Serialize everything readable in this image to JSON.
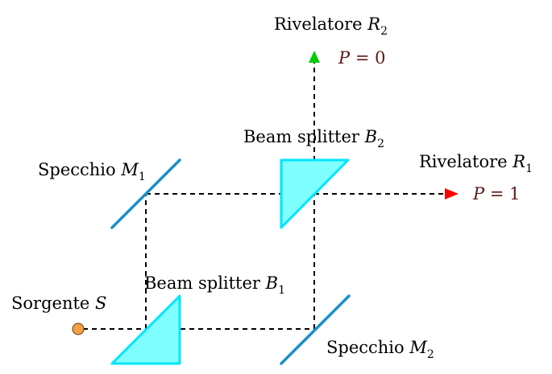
{
  "labels": {
    "detector_r2": {
      "text": "Rivelatore ",
      "symbol": "R",
      "subscript": "2"
    },
    "detector_r1": {
      "text": "Rivelatore ",
      "symbol": "R",
      "subscript": "1"
    },
    "splitter_b2": {
      "text": "Beam splitter ",
      "symbol": "B",
      "subscript": "2"
    },
    "splitter_b1": {
      "text": "Beam splitter ",
      "symbol": "B",
      "subscript": "1"
    },
    "mirror_m1": {
      "text": "Specchio ",
      "symbol": "M",
      "subscript": "1"
    },
    "mirror_m2": {
      "text": "Specchio ",
      "symbol": "M",
      "subscript": "2"
    },
    "source": {
      "text": "Sorgente ",
      "symbol": "S"
    }
  },
  "probabilities": {
    "r2": {
      "symbol": "P",
      "equals": " = ",
      "value": "0"
    },
    "r1": {
      "symbol": "P",
      "equals": " = ",
      "value": "1"
    }
  },
  "colors": {
    "splitter_fill": "#80ffff",
    "splitter_stroke": "#00e5ff",
    "mirror": "#1a8fc9",
    "source": "#f5a040",
    "arrow_r1": "#ff0000",
    "arrow_r2": "#00cc00",
    "probability_text": "#5a1a1a"
  }
}
